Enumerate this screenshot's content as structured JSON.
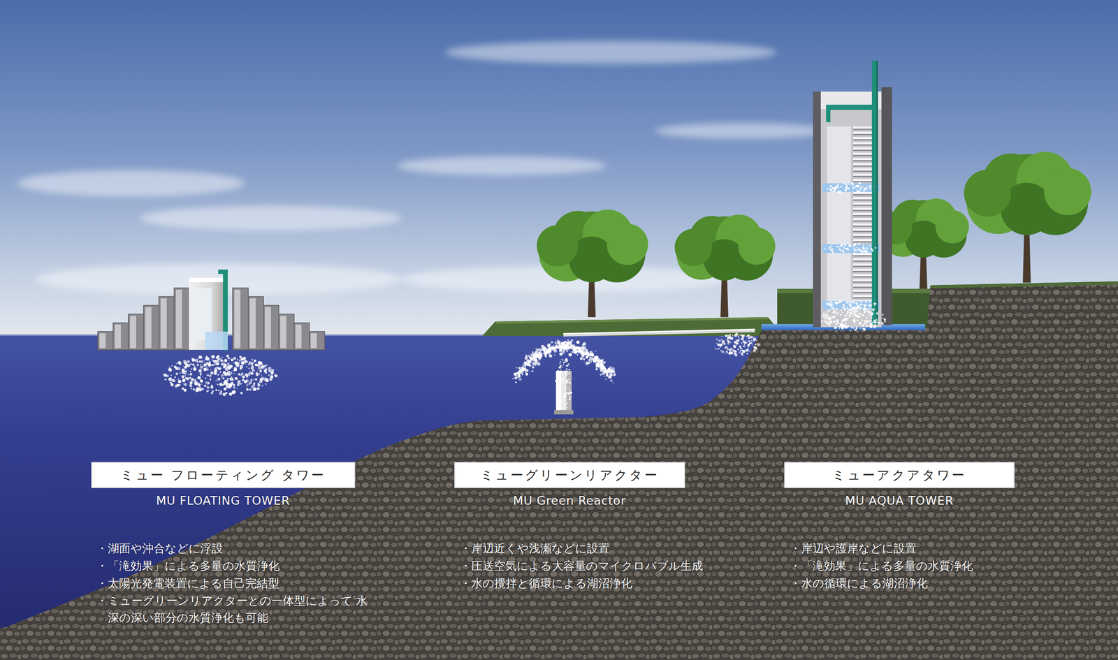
{
  "diagram": {
    "nodes": [
      {
        "text": [
          "ミュー フローティング タワー"
        ]
      },
      {
        "text": [
          "ミューグリーンリアクター"
        ]
      },
      {
        "text": [
          "ミューアクアタワー"
        ]
      }
    ],
    "labels": [
      "MU FLOATING TOWER",
      "MU Green Reactor",
      "MU AQUA TOWER",
      "・湖面や沖合などに浮設",
      "・「滝効果」による多量の水質浄化",
      "・太陽光発電装置による自己完結型",
      "・ミューグリーンリアクターとの一体型によって 水深の深い部分の水質浄化も可能",
      "・岸辺近くや浅瀬などに設置",
      "・圧送空気による大容量のマイクロバブル生成",
      "・水の攪拌と循環による湖沼浄化",
      "・岸辺や護岸などに設置",
      "・「滝効果」による多量の水質浄化",
      "・水の循環による湖沼浄化"
    ]
  }
}
